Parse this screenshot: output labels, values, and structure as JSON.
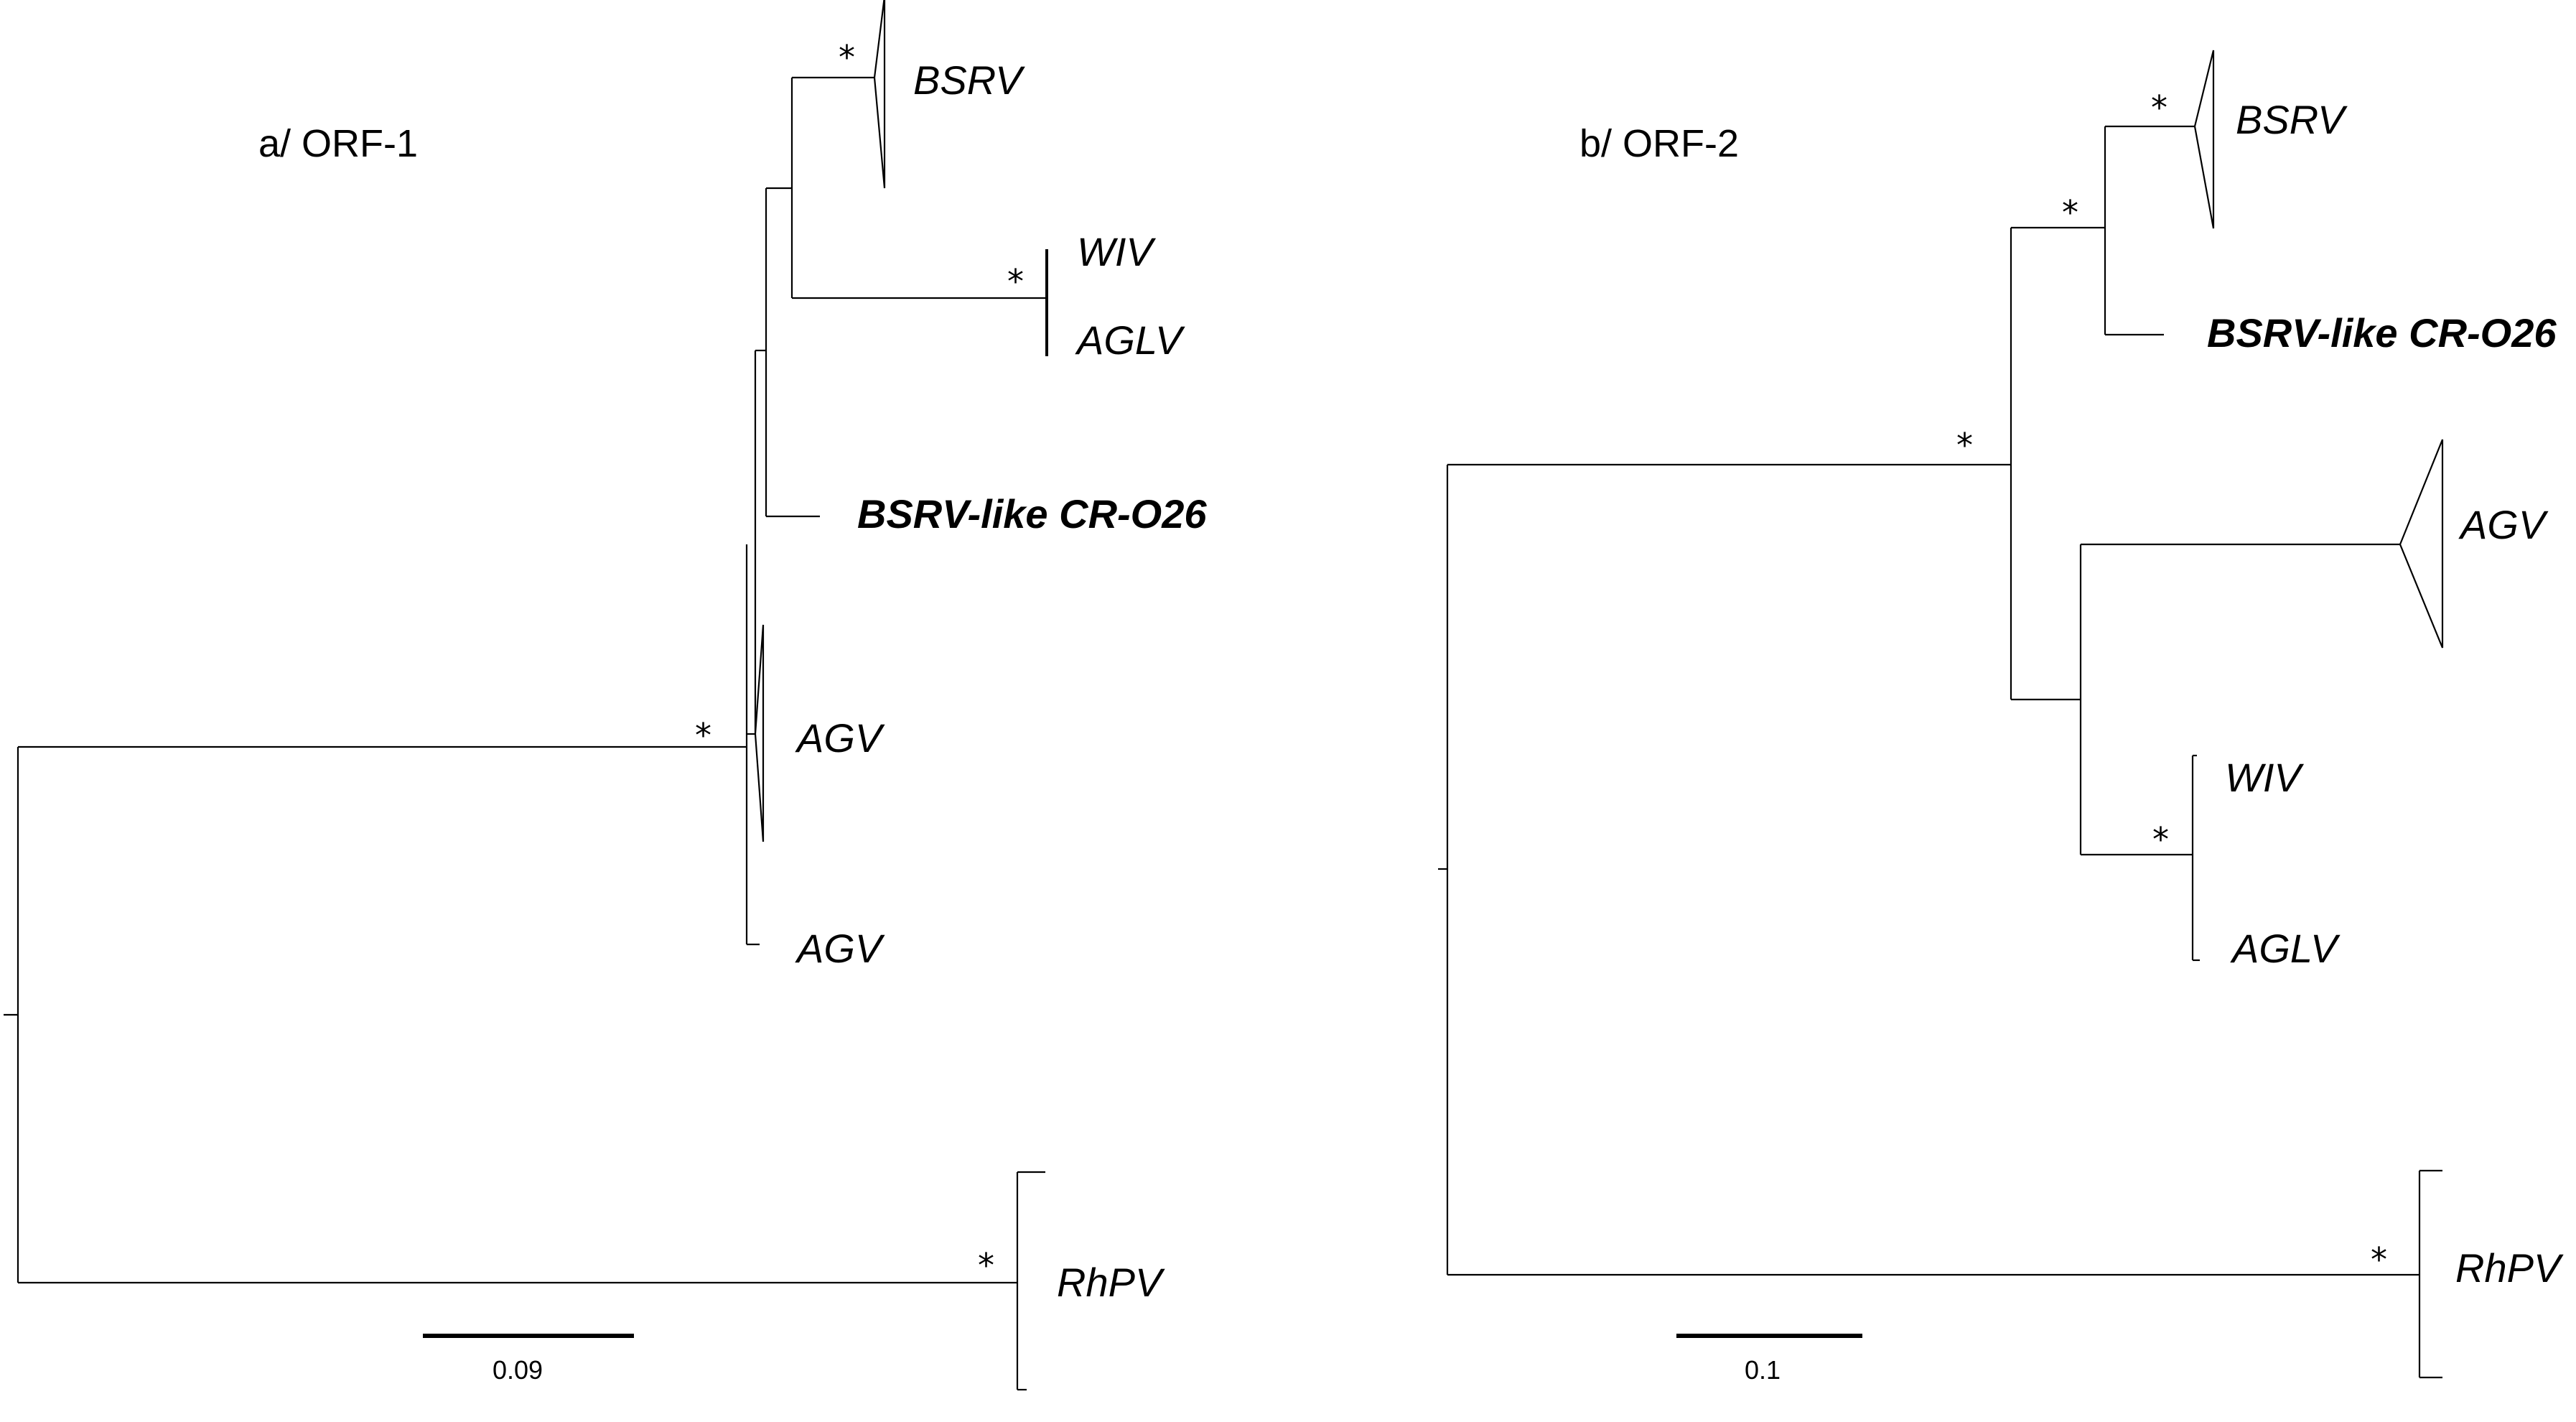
{
  "panels": {
    "a": {
      "title": "a/ ORF-1",
      "taxa": {
        "bsrv": "BSRV",
        "wiv": "WIV",
        "aglv": "AGLV",
        "new_isolate": "BSRV-like CR-O26",
        "agv_clade": "AGV",
        "agv_single": "AGV",
        "rhpv": "RhPV"
      },
      "support_marker": "*",
      "scale_label": "0.09"
    },
    "b": {
      "title": "b/ ORF-2",
      "taxa": {
        "bsrv": "BSRV",
        "new_isolate": "BSRV-like CR-O26",
        "agv": "AGV",
        "wiv": "WIV",
        "aglv": "AGLV",
        "rhpv": "RhPV"
      },
      "support_marker": "*",
      "scale_label": "0.1"
    }
  },
  "colors": {
    "highlight": "#e8141b",
    "line": "#000000"
  }
}
